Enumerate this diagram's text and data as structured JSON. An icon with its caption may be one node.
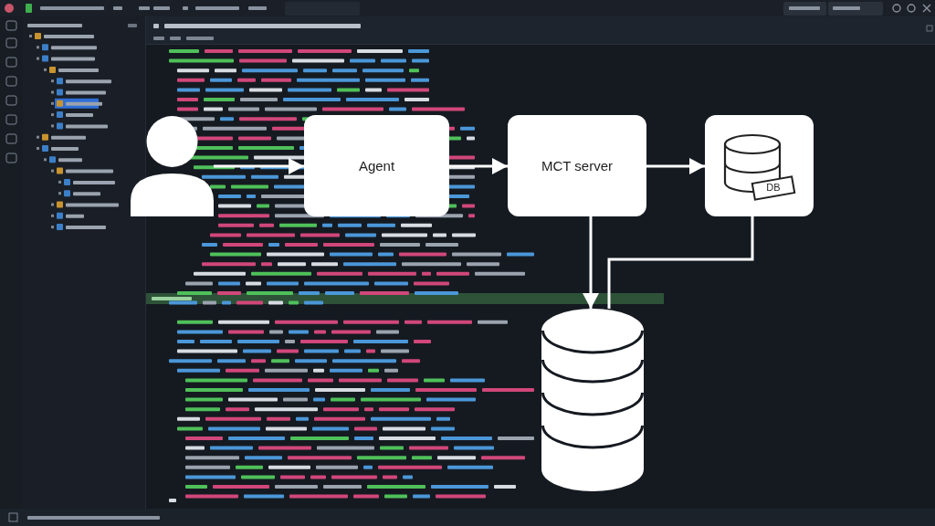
{
  "diagram": {
    "nodes": [
      {
        "text": [],
        "shape": "person"
      },
      {
        "text": [
          "Agent"
        ]
      },
      {
        "text": [
          "MCT server"
        ]
      },
      {
        "text": [
          "DB"
        ]
      },
      {
        "text": [],
        "shape": "cylinder"
      }
    ],
    "edges": [
      {
        "from": 0,
        "to": 1,
        "arrow": "to"
      },
      {
        "from": 1,
        "to": 2,
        "arrow": "to"
      },
      {
        "from": 2,
        "to": 3,
        "arrow": "to"
      },
      {
        "from": 2,
        "to": 4,
        "arrow": "to"
      },
      {
        "from": 3,
        "to": 4,
        "arrow": "none"
      }
    ]
  }
}
